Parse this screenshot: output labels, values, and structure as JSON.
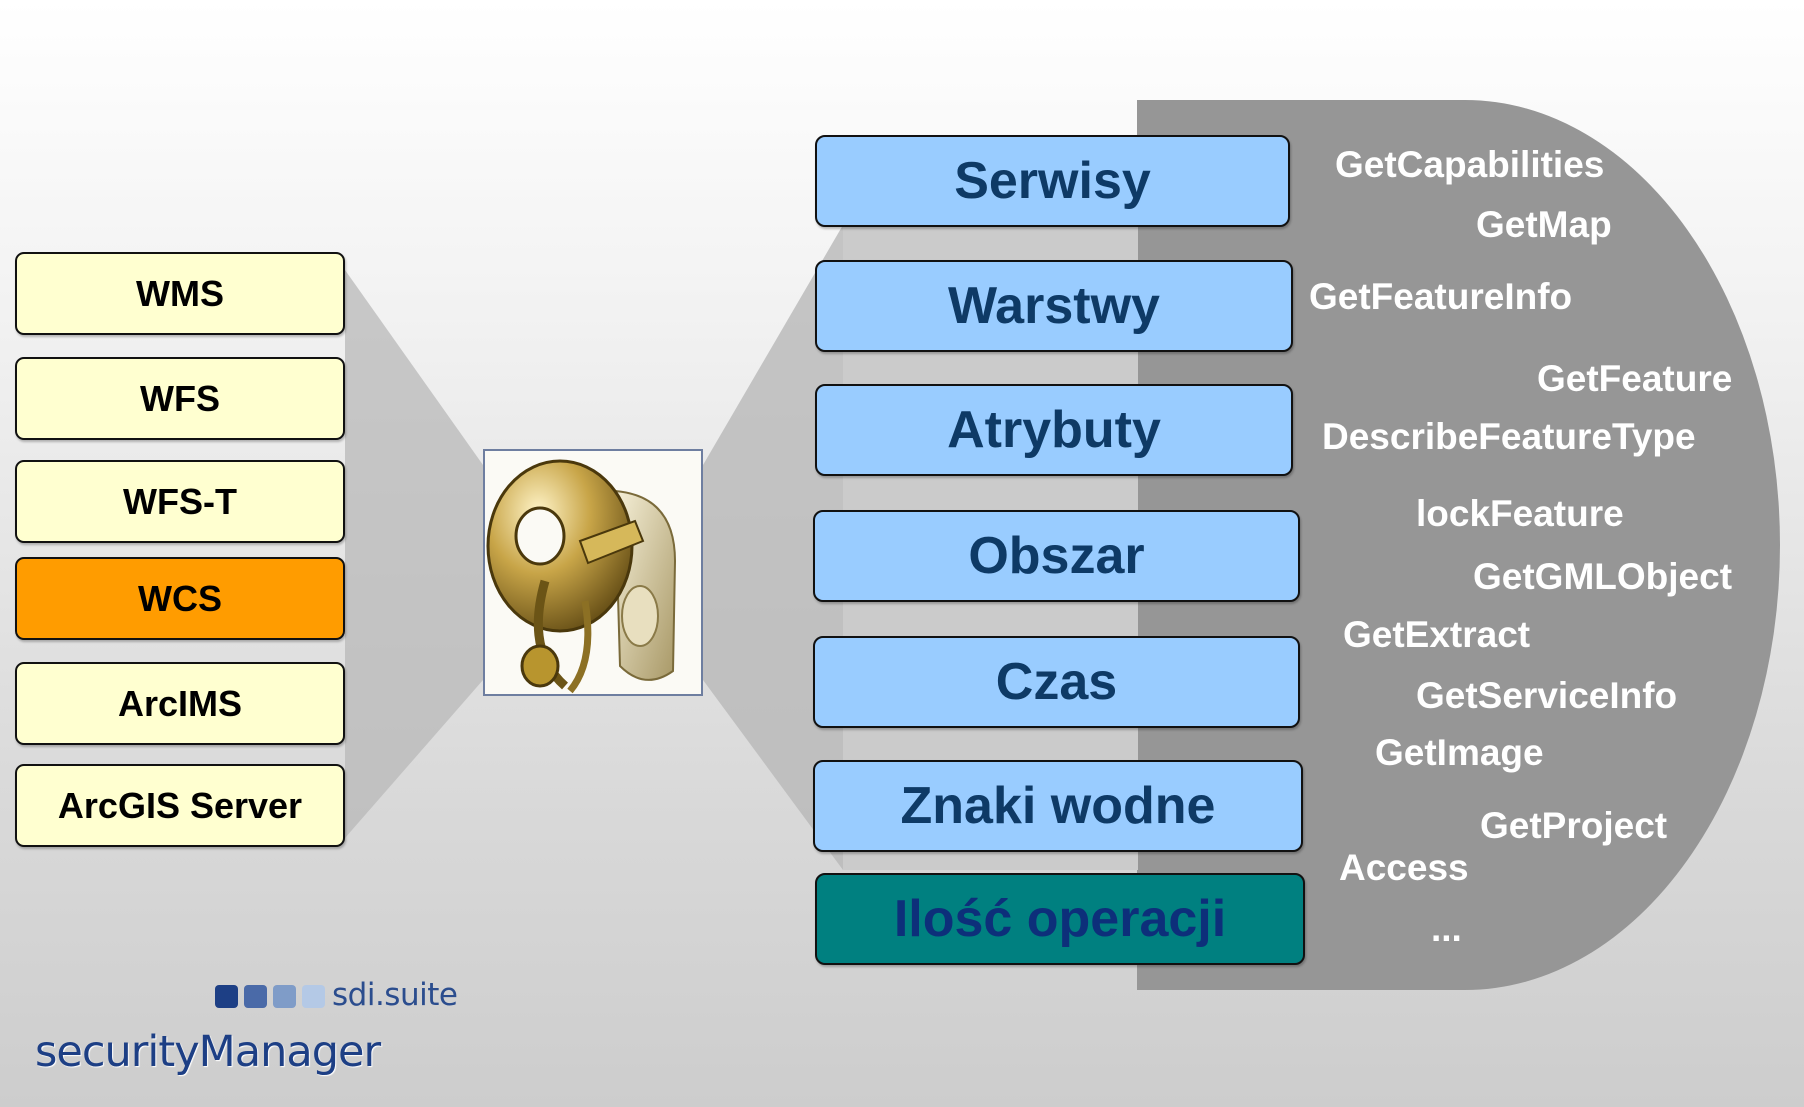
{
  "services": [
    {
      "label": "WMS",
      "active": false
    },
    {
      "label": "WFS",
      "active": false
    },
    {
      "label": "WFS-T",
      "active": false
    },
    {
      "label": "WCS",
      "active": true
    },
    {
      "label": "ArcIMS",
      "active": false
    },
    {
      "label": "ArcGIS Server",
      "active": false
    }
  ],
  "rules": [
    {
      "label": "Serwisy"
    },
    {
      "label": "Warstwy"
    },
    {
      "label": "Atrybuty"
    },
    {
      "label": "Obszar"
    },
    {
      "label": "Czas"
    },
    {
      "label": "Znaki wodne"
    },
    {
      "label": "Ilość operacji",
      "highlight": true
    }
  ],
  "operations": [
    "GetCapabilities",
    "GetMap",
    "GetFeatureInfo",
    "GetFeature",
    "DescribeFeatureType",
    "lockFeature",
    "GetGMLObject",
    "GetExtract",
    "GetServiceInfo",
    "GetImage",
    "GetProject",
    "Access",
    "..."
  ],
  "logo": {
    "suite": "sdi.suite",
    "product": "securityManager",
    "square_colors": [
      "#1d3f85",
      "#4a6aa8",
      "#7f9cc8",
      "#b4c9e6"
    ]
  },
  "colors": {
    "service_box": "#ffffd0",
    "service_active": "#ff9c00",
    "rule_box": "#99ccff",
    "rule_highlight": "#008080",
    "operations_panel": "#969696"
  }
}
